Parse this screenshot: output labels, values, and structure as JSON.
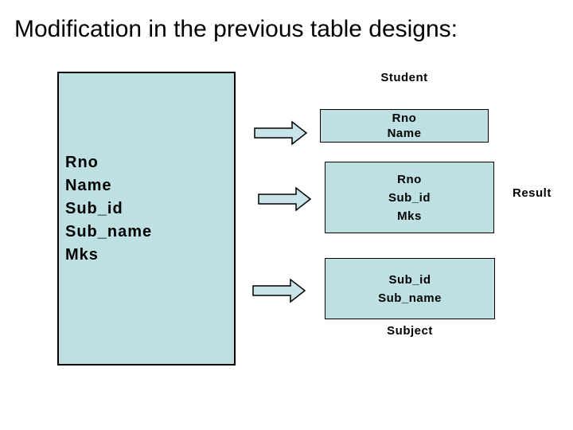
{
  "title": "Modification in the previous table designs:",
  "colors": {
    "background": "#ffffff",
    "box_fill": "#bee0e3",
    "box_border": "#000000",
    "arrow_fill": "#c8e4e9",
    "text": "#000000"
  },
  "source_table": {
    "attributes": [
      "Rno",
      "Name",
      "Sub_id",
      "Sub_name",
      "Mks"
    ]
  },
  "arrows": [
    {
      "icon": "right-block-arrow"
    },
    {
      "icon": "right-block-arrow"
    },
    {
      "icon": "right-block-arrow"
    }
  ],
  "target_tables": [
    {
      "label": "Student",
      "label_position": "above",
      "attributes": [
        "Rno",
        "Name"
      ]
    },
    {
      "label": "Result",
      "label_position": "right",
      "attributes": [
        "Rno",
        "Sub_id",
        "Mks"
      ]
    },
    {
      "label": "Subject",
      "label_position": "below",
      "attributes": [
        "Sub_id",
        "Sub_name"
      ]
    }
  ]
}
